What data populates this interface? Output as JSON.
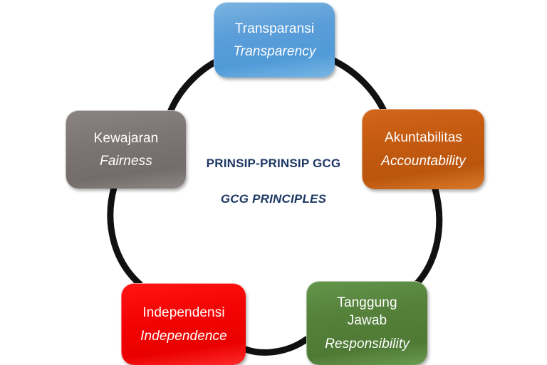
{
  "diagram": {
    "center": {
      "title_id": "PRINSIP-PRINSIP GCG",
      "title_en": "GCG PRINCIPLES",
      "text_color": "#1f3864"
    },
    "nodes": [
      {
        "id": "transparency",
        "label_id": "Transparansi",
        "label_en": "Transparency",
        "color": "#5B9BD5",
        "position": "top"
      },
      {
        "id": "accountability",
        "label_id": "Akuntabilitas",
        "label_en": "Accountability",
        "color": "#C55A11",
        "position": "right"
      },
      {
        "id": "responsibility",
        "label_id_line1": "Tanggung",
        "label_id_line2": "Jawab",
        "label_en": "Responsibility",
        "color": "#548235",
        "position": "bottom-right"
      },
      {
        "id": "independence",
        "label_id": "Independensi",
        "label_en": "Independence",
        "color": "#F00000",
        "position": "bottom-left"
      },
      {
        "id": "fairness",
        "label_id": "Kewajaran",
        "label_en": "Fairness",
        "color": "#7D7573",
        "position": "left"
      }
    ],
    "connector": {
      "style": "thick-black-arc",
      "color": "#111111",
      "shape": "circle"
    },
    "background_color": "#ffffff"
  }
}
